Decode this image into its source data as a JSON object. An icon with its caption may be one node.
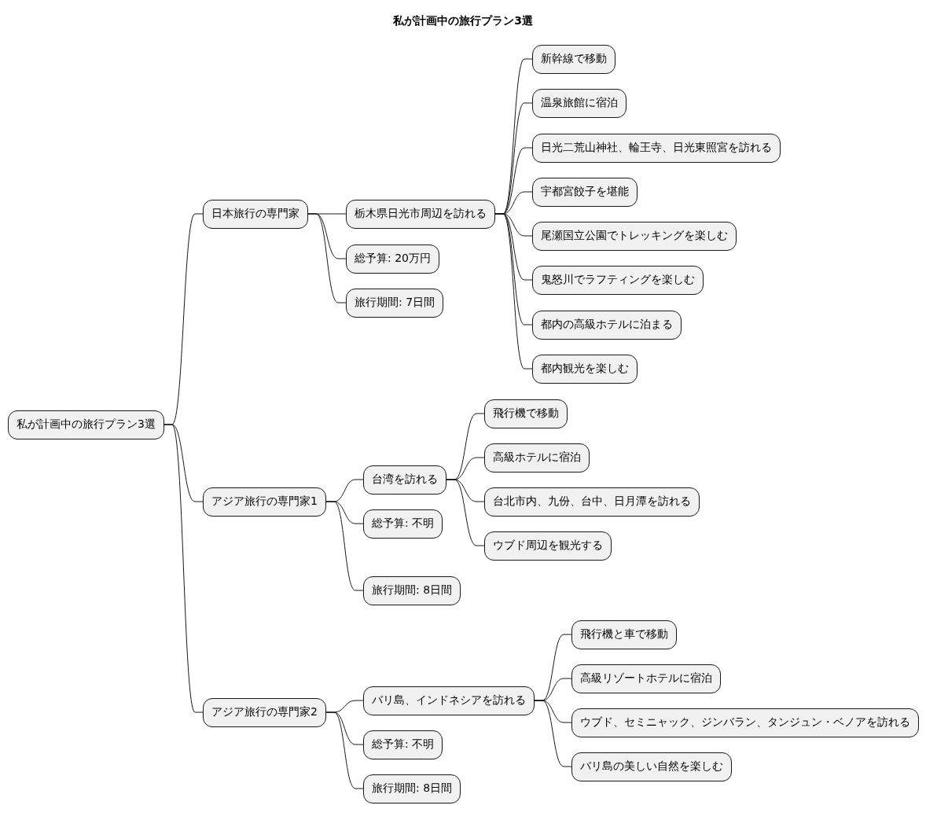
{
  "diagram": {
    "title": "私が計画中の旅行プラン3選",
    "nodes": [
      {
        "text": [
          "私が計画中の旅行プラン3選"
        ]
      },
      {
        "text": [
          "日本旅行の専門家"
        ]
      },
      {
        "text": [
          "栃木県日光市周辺を訪れる"
        ]
      },
      {
        "text": [
          "新幹線で移動"
        ]
      },
      {
        "text": [
          "温泉旅館に宿泊"
        ]
      },
      {
        "text": [
          "日光二荒山神社、輪王寺、日光東照宮を訪れる"
        ]
      },
      {
        "text": [
          "宇都宮餃子を堪能"
        ]
      },
      {
        "text": [
          "尾瀬国立公園でトレッキングを楽しむ"
        ]
      },
      {
        "text": [
          "鬼怒川でラフティングを楽しむ"
        ]
      },
      {
        "text": [
          "都内の高級ホテルに泊まる"
        ]
      },
      {
        "text": [
          "都内観光を楽しむ"
        ]
      },
      {
        "text": [
          "総予算: 20万円"
        ]
      },
      {
        "text": [
          "旅行期間: 7日間"
        ]
      },
      {
        "text": [
          "アジア旅行の専門家1"
        ]
      },
      {
        "text": [
          "台湾を訪れる"
        ]
      },
      {
        "text": [
          "飛行機で移動"
        ]
      },
      {
        "text": [
          "高級ホテルに宿泊"
        ]
      },
      {
        "text": [
          "台北市内、九份、台中、日月潭を訪れる"
        ]
      },
      {
        "text": [
          "ウブド周辺を観光する"
        ]
      },
      {
        "text": [
          "総予算: 不明"
        ]
      },
      {
        "text": [
          "旅行期間: 8日間"
        ]
      },
      {
        "text": [
          "アジア旅行の専門家2"
        ]
      },
      {
        "text": [
          "バリ島、インドネシアを訪れる"
        ]
      },
      {
        "text": [
          "飛行機と車で移動"
        ]
      },
      {
        "text": [
          "高級リゾートホテルに宿泊"
        ]
      },
      {
        "text": [
          "ウブド、セミニャック、ジンバラン、タンジュン・ベノアを訪れる"
        ]
      },
      {
        "text": [
          "バリ島の美しい自然を楽しむ"
        ]
      },
      {
        "text": [
          "総予算: 不明"
        ]
      },
      {
        "text": [
          "旅行期間: 8日間"
        ]
      }
    ],
    "edges": [
      {
        "from": 0,
        "to": 1,
        "arrow": "none"
      },
      {
        "from": 1,
        "to": 2,
        "arrow": "none"
      },
      {
        "from": 2,
        "to": 3,
        "arrow": "none"
      },
      {
        "from": 2,
        "to": 4,
        "arrow": "none"
      },
      {
        "from": 2,
        "to": 5,
        "arrow": "none"
      },
      {
        "from": 2,
        "to": 6,
        "arrow": "none"
      },
      {
        "from": 2,
        "to": 7,
        "arrow": "none"
      },
      {
        "from": 2,
        "to": 8,
        "arrow": "none"
      },
      {
        "from": 2,
        "to": 9,
        "arrow": "none"
      },
      {
        "from": 2,
        "to": 10,
        "arrow": "none"
      },
      {
        "from": 1,
        "to": 11,
        "arrow": "none"
      },
      {
        "from": 1,
        "to": 12,
        "arrow": "none"
      },
      {
        "from": 0,
        "to": 13,
        "arrow": "none"
      },
      {
        "from": 13,
        "to": 14,
        "arrow": "none"
      },
      {
        "from": 14,
        "to": 15,
        "arrow": "none"
      },
      {
        "from": 14,
        "to": 16,
        "arrow": "none"
      },
      {
        "from": 14,
        "to": 17,
        "arrow": "none"
      },
      {
        "from": 14,
        "to": 18,
        "arrow": "none"
      },
      {
        "from": 13,
        "to": 19,
        "arrow": "none"
      },
      {
        "from": 13,
        "to": 20,
        "arrow": "none"
      },
      {
        "from": 0,
        "to": 21,
        "arrow": "none"
      },
      {
        "from": 21,
        "to": 22,
        "arrow": "none"
      },
      {
        "from": 22,
        "to": 23,
        "arrow": "none"
      },
      {
        "from": 22,
        "to": 24,
        "arrow": "none"
      },
      {
        "from": 22,
        "to": 25,
        "arrow": "none"
      },
      {
        "from": 22,
        "to": 26,
        "arrow": "none"
      },
      {
        "from": 21,
        "to": 27,
        "arrow": "none"
      },
      {
        "from": 21,
        "to": 28,
        "arrow": "none"
      }
    ]
  }
}
